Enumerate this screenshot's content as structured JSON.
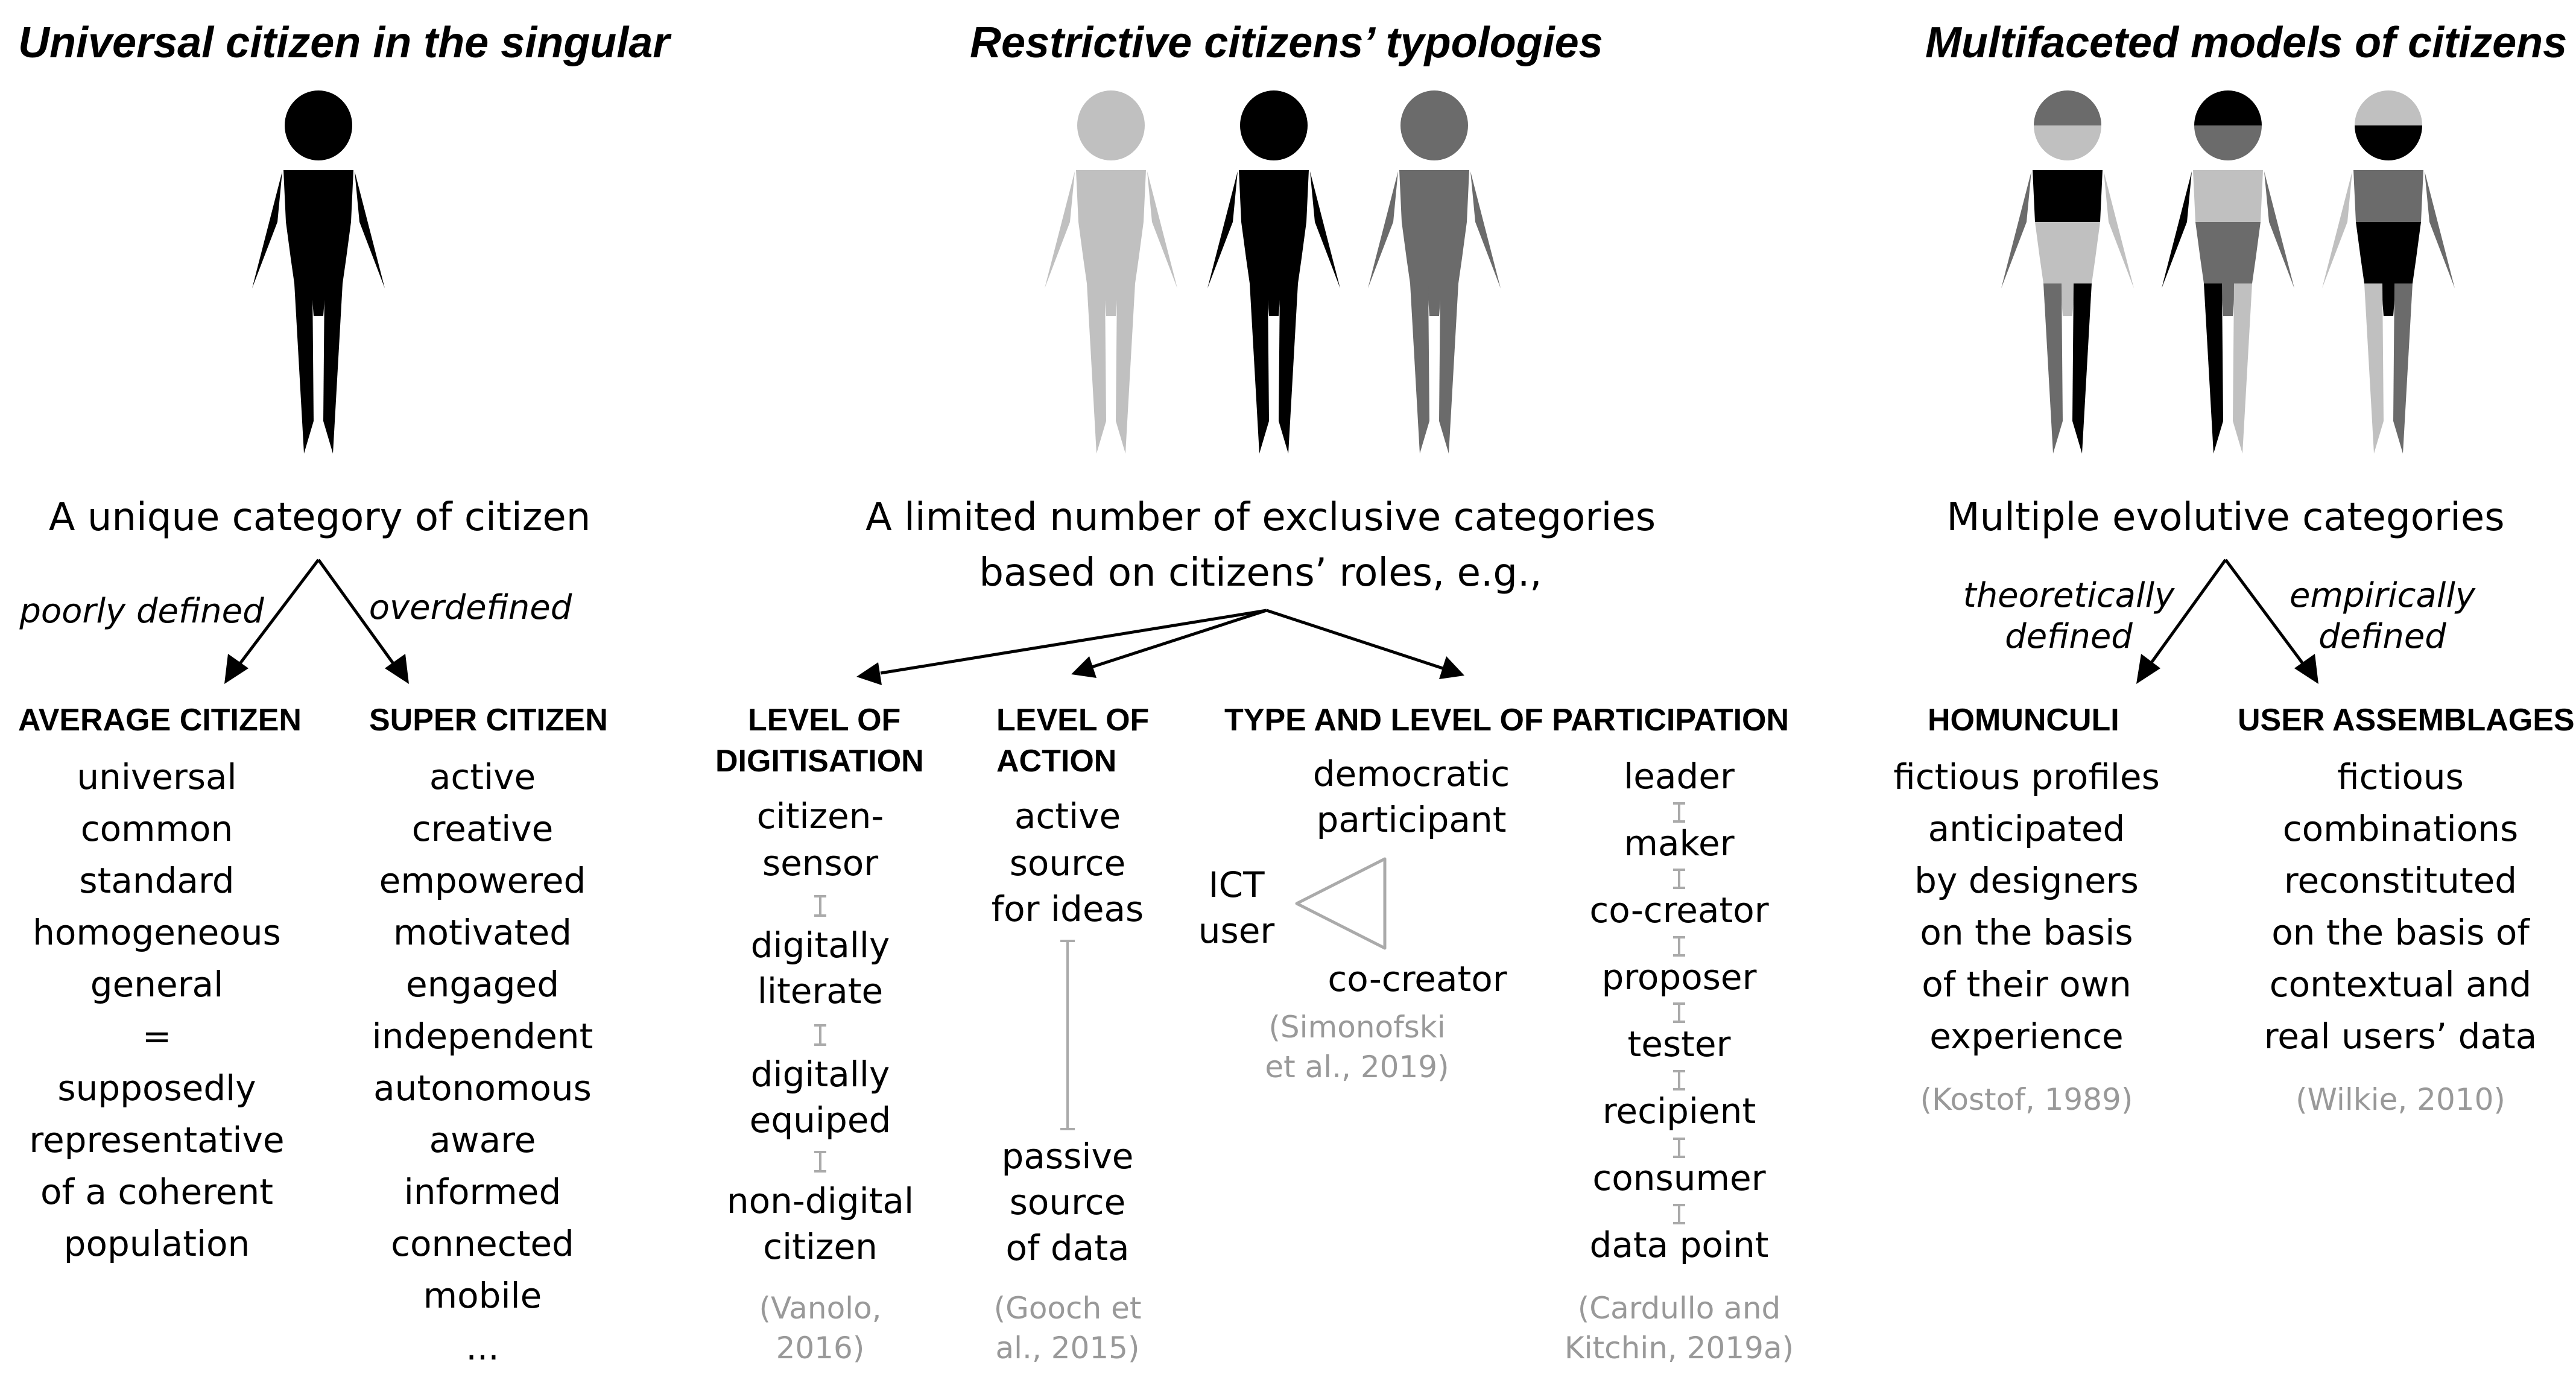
{
  "colors": {
    "black": "#000000",
    "dark_gray": "#6b6b6b",
    "light_gray": "#c0c0c0",
    "citation_gray": "#999999"
  },
  "panels": {
    "universal": {
      "title": "Universal citizen in the singular",
      "lead": "A unique category of citizen",
      "edge_left": "poorly defined",
      "edge_right": "overdefined",
      "average": {
        "heading": "AVERAGE CITIZEN",
        "items": [
          "universal",
          "common",
          "standard",
          "homogeneous",
          "general",
          "=",
          "supposedly",
          "representative",
          "of a coherent",
          "population"
        ]
      },
      "super": {
        "heading": "SUPER CITIZEN",
        "items": [
          "active",
          "creative",
          "empowered",
          "motivated",
          "engaged",
          "independent",
          "autonomous",
          "aware",
          "informed",
          "connected",
          "mobile",
          "..."
        ]
      }
    },
    "restrictive": {
      "title": "Restrictive citizens’ typologies",
      "lead_line1": "A limited number of exclusive categories",
      "lead_line2": "based on citizens’ roles, e.g.,",
      "digitisation": {
        "heading_line1": "LEVEL OF",
        "heading_line2": "DIGITISATION",
        "items": [
          "citizen-",
          "sensor",
          "digitally",
          "literate",
          "digitally",
          "equiped",
          "non-digital",
          "citizen"
        ],
        "citation_line1": "(Vanolo,",
        "citation_line2": "2016)"
      },
      "action": {
        "heading_line1": "LEVEL OF",
        "heading_line2": "ACTION",
        "top_items": [
          "active",
          "source",
          "for ideas"
        ],
        "bottom_items": [
          "passive",
          "source",
          "of data"
        ],
        "citation_line1": "(Gooch et",
        "citation_line2": "al., 2015)"
      },
      "participation": {
        "heading": "TYPE AND LEVEL OF PARTICIPATION",
        "triangle": {
          "top_line1": "democratic",
          "top_line2": "participant",
          "left_line1": "ICT",
          "left_line2": "user",
          "bottom": "co-creator",
          "citation_line1": "(Simonofski",
          "citation_line2": "et al., 2019)"
        },
        "ladder": [
          "leader",
          "maker",
          "co-creator",
          "proposer",
          "tester",
          "recipient",
          "consumer",
          "data point"
        ],
        "citation_line1": "(Cardullo and",
        "citation_line2": "Kitchin, 2019a)"
      }
    },
    "multifaceted": {
      "title": "Multifaceted models of citizens",
      "lead": "Multiple evolutive categories",
      "edge_left_line1": "theoretically",
      "edge_left_line2": "defined",
      "edge_right_line1": "empirically",
      "edge_right_line2": "defined",
      "homunculi": {
        "heading": "HOMUNCULI",
        "items": [
          "fictious profiles",
          "anticipated",
          "by designers",
          "on the basis",
          "of their own",
          "experience"
        ],
        "citation": "(Kostof, 1989)"
      },
      "assemblages": {
        "heading": "USER ASSEMBLAGES",
        "items": [
          "fictious",
          "combinations",
          "reconstituted",
          "on the basis of",
          "contextual and",
          "real users’ data"
        ],
        "citation": "(Wilkie, 2010)"
      }
    }
  }
}
